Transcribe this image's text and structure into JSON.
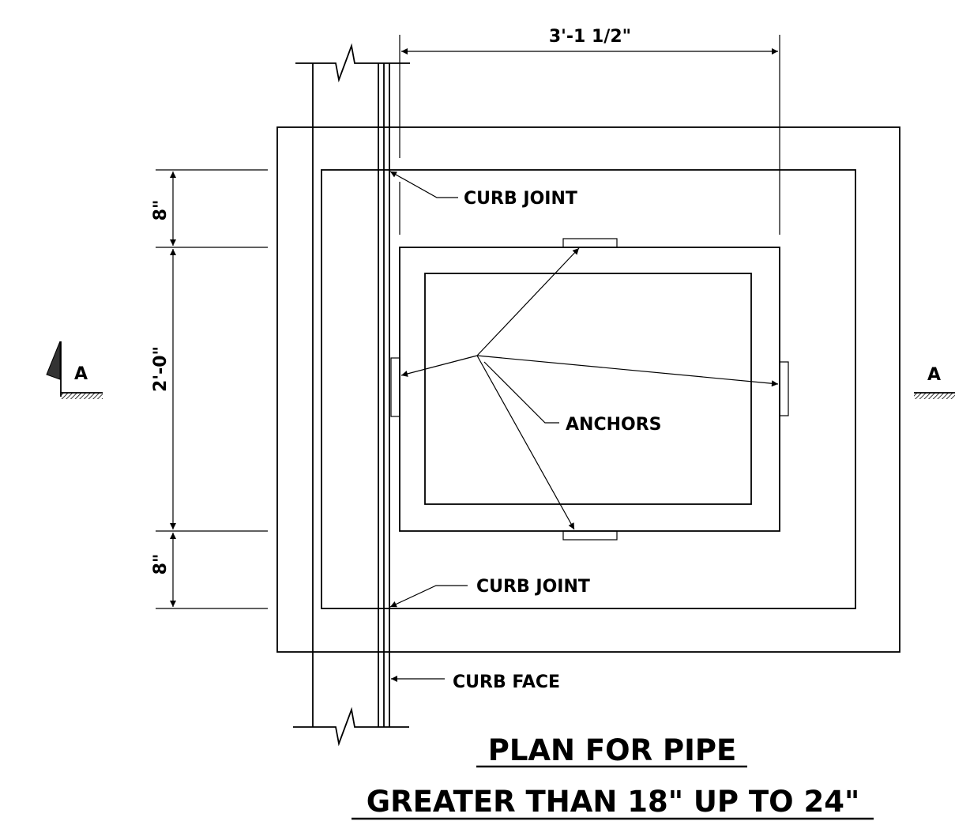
{
  "dimensions": {
    "overall_width": "3'-1 1/2\"",
    "top_offset": "8\"",
    "middle_height": "2'-0\"",
    "bottom_offset": "8\""
  },
  "labels": {
    "curb_joint_top": "CURB JOINT",
    "curb_joint_bottom": "CURB JOINT",
    "anchors": "ANCHORS",
    "curb_face": "CURB FACE"
  },
  "section_markers": {
    "left": "A",
    "right": "A"
  },
  "title": {
    "line1": "PLAN FOR PIPE",
    "line2": "GREATER THAN 18\" UP TO 24\""
  }
}
